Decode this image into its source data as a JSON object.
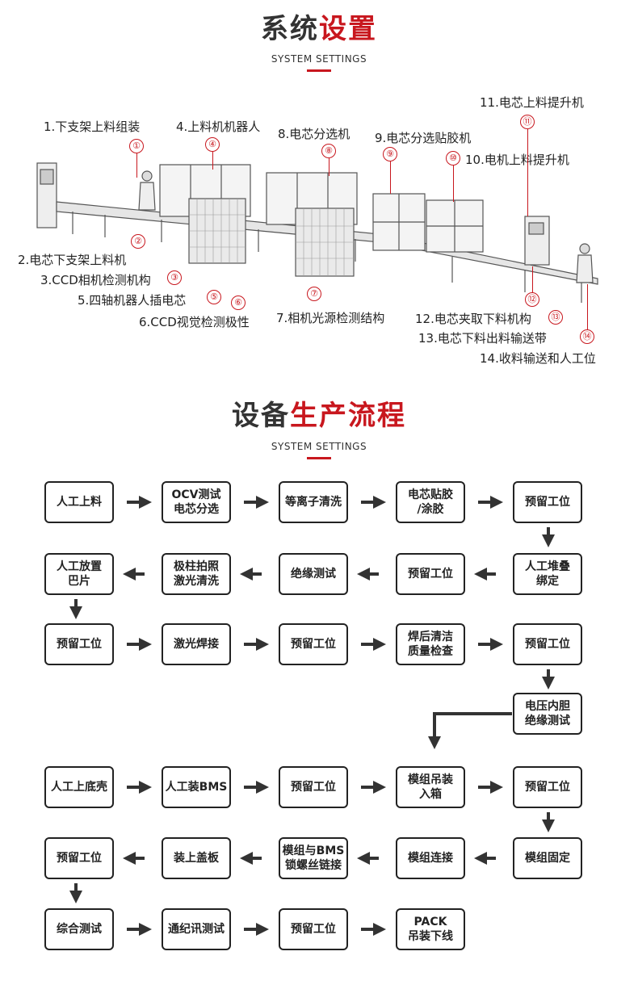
{
  "section1": {
    "title_a": "系统",
    "title_b": "设置",
    "subtitle": "SYSTEM SETTINGS"
  },
  "section2": {
    "title_a": "设备",
    "title_b": "生产流程",
    "subtitle": "SYSTEM SETTINGS"
  },
  "machine_labels": [
    "1.下支架上料组装",
    "2.电芯下支架上料机",
    "3.CCD相机检测机构",
    "4.上料机机器人",
    "5.四轴机器人插电芯",
    "6.CCD视觉检测极性",
    "7.相机光源检测结构",
    "8.电芯分选机",
    "9.电芯分选贴胶机",
    "10.电机上料提升机",
    "11.电芯上料提升机",
    "12.电芯夹取下料机构",
    "13.电芯下料出料输送带",
    "14.收料输送和人工位"
  ],
  "markers": [
    "①",
    "②",
    "③",
    "④",
    "⑤",
    "⑥",
    "⑦",
    "⑧",
    "⑨",
    "⑩",
    "⑪",
    "⑫",
    "⑬",
    "⑭"
  ],
  "flow_steps": {
    "row1": [
      "人工上料",
      "OCV测试\n电芯分选",
      "等离子清洗",
      "电芯贴胶\n/涂胶",
      "预留工位"
    ],
    "row2": [
      "人工放置\n巴片",
      "极柱拍照\n激光清洗",
      "绝缘测试",
      "预留工位",
      "人工堆叠\n绑定"
    ],
    "row3": [
      "预留工位",
      "激光焊接",
      "预留工位",
      "焊后清洁\n质量检查",
      "预留工位"
    ],
    "row3b": [
      "电压内胆\n绝缘测试"
    ],
    "row4": [
      "人工上底壳",
      "人工装BMS",
      "预留工位",
      "模组吊装\n入箱",
      "预留工位"
    ],
    "row5": [
      "预留工位",
      "装上盖板",
      "模组与BMS\n锁螺丝链接",
      "模组连接",
      "模组固定"
    ],
    "row6": [
      "综合测试",
      "通纪讯测试",
      "预留工位",
      "PACK\n吊装下线"
    ]
  },
  "colors": {
    "accent": "#c8171e",
    "text": "#222222"
  }
}
